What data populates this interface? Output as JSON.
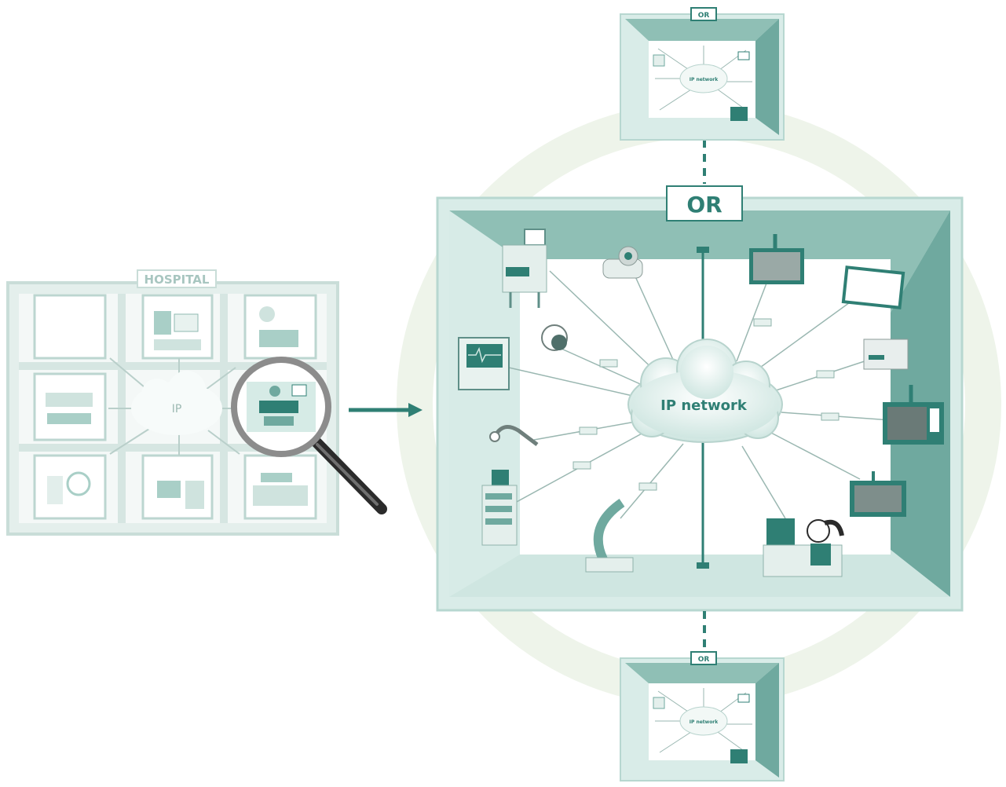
{
  "hospital": {
    "label": "HOSPITAL",
    "cloud_label": "IP",
    "rooms": [
      "treatment-room",
      "surgeon-room",
      "lab-room",
      "ct-room",
      "operating-room-magnified",
      "office-room",
      "patient-room",
      "reception-room"
    ]
  },
  "operating_room": {
    "label": "OR",
    "cloud_label": "IP network",
    "devices": [
      "endoscopy-cart",
      "ptz-camera",
      "ceiling-monitor",
      "wall-monitor",
      "video-recorder",
      "patient-monitor",
      "surgical-light",
      "xray-display",
      "handheld-probe",
      "image-display",
      "video-tower",
      "c-arm",
      "operator-workstation"
    ]
  },
  "satellite_top": {
    "label": "OR",
    "cloud_label": "IP network"
  },
  "satellite_bottom": {
    "label": "OR",
    "cloud_label": "IP network"
  },
  "colors": {
    "teal_dark": "#2f7f74",
    "teal_mid": "#6fa99f",
    "teal_light": "#a9cfc7",
    "wall": "#7fb4aa",
    "floor": "#cfe6e1",
    "ring": "#eef4ea",
    "line": "#9ab7b1"
  }
}
